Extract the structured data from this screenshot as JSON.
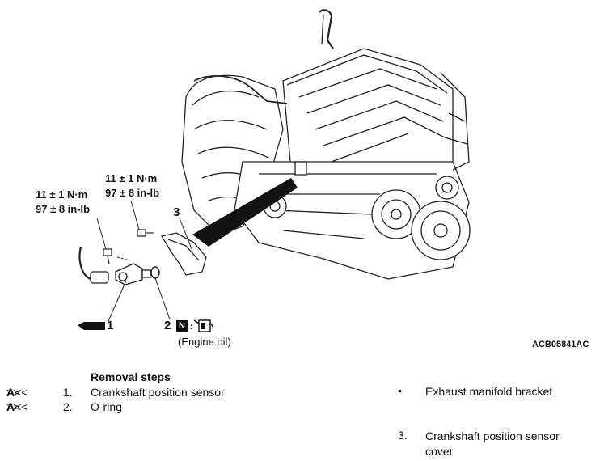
{
  "figure": {
    "figure_id": "ACB05841AC",
    "torque_left": {
      "metric": "11 ± 1 N·m",
      "imperial": "97 ± 8 in-lb"
    },
    "torque_right": {
      "metric": "11 ± 1 N·m",
      "imperial": "97 ± 8 in-lb"
    },
    "callouts": {
      "c1": "1",
      "c2": "2",
      "c3": "3"
    },
    "new_part_mark": "N",
    "engine_oil_note": "(Engine oil)"
  },
  "removal": {
    "title": "Removal steps",
    "steps": [
      {
        "ref_prefix": ">>",
        "ref_letter": "A",
        "ref_suffix": "<<",
        "number": "1.",
        "text": "Crankshaft position sensor"
      },
      {
        "ref_prefix": ">>",
        "ref_letter": "A",
        "ref_suffix": "<<",
        "number": "2.",
        "text": "O-ring"
      }
    ],
    "right_items": [
      {
        "marker": "•",
        "text": "Exhaust manifold bracket"
      },
      {
        "marker": "3.",
        "text": "Crankshaft position sensor cover"
      }
    ]
  },
  "icons": [
    "engine-illustration",
    "sealant-tube-icon",
    "new-part-icon",
    "oil-can-icon"
  ]
}
